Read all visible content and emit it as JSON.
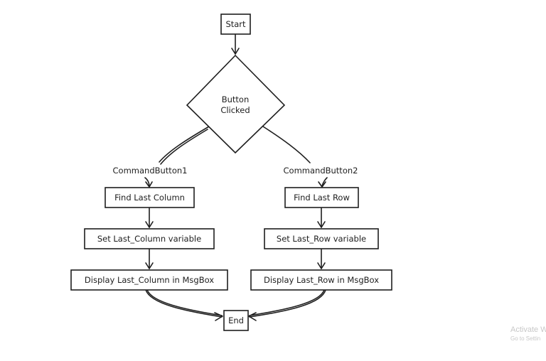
{
  "diagram": {
    "nodes": {
      "start": "Start",
      "decision": [
        "Button",
        "Clicked"
      ],
      "find_col": "Find Last Column",
      "find_row": "Find Last Row",
      "set_col": "Set Last_Column variable",
      "set_row": "Set Last_Row variable",
      "disp_col": "Display Last_Column in MsgBox",
      "disp_row": "Display Last_Row in MsgBox",
      "end": "End"
    },
    "edge_labels": {
      "left": "CommandButton1",
      "right": "CommandButton2"
    }
  },
  "watermark": {
    "line1": "Activate W",
    "line2": "Go to Settin"
  }
}
